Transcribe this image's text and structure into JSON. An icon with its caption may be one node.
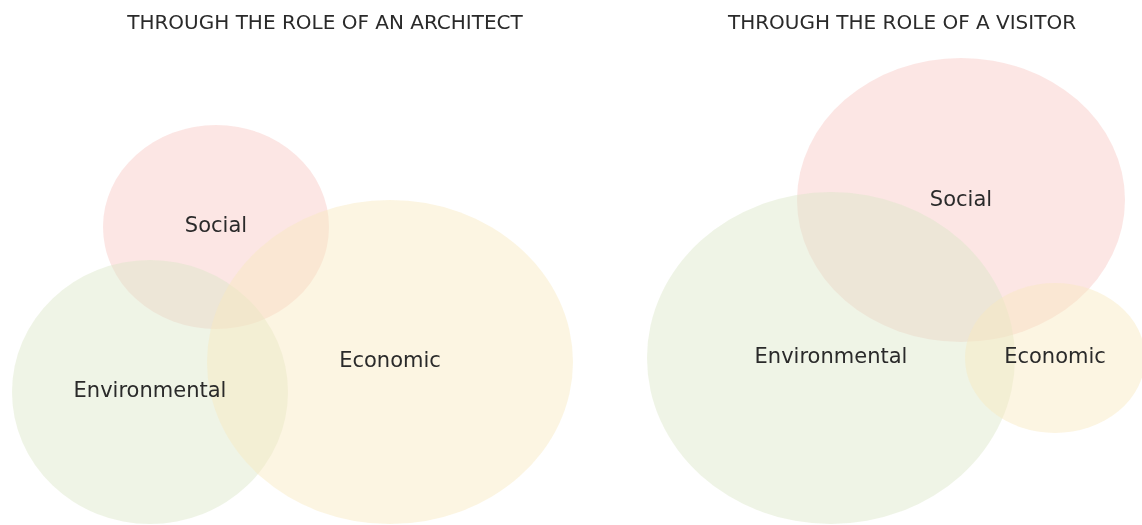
{
  "diagram": {
    "nodes": [
      {
        "text": [
          "Social"
        ]
      },
      {
        "text": [
          "Environmental"
        ]
      },
      {
        "text": [
          "Economic"
        ]
      },
      {
        "text": [
          "Social"
        ]
      },
      {
        "text": [
          "Environmental"
        ]
      },
      {
        "text": [
          "Economic"
        ]
      }
    ],
    "edges": [],
    "labels": [
      "THROUGH THE ROLE OF AN ARCHITECT",
      "THROUGH THE ROLE OF A VISITOR"
    ]
  }
}
